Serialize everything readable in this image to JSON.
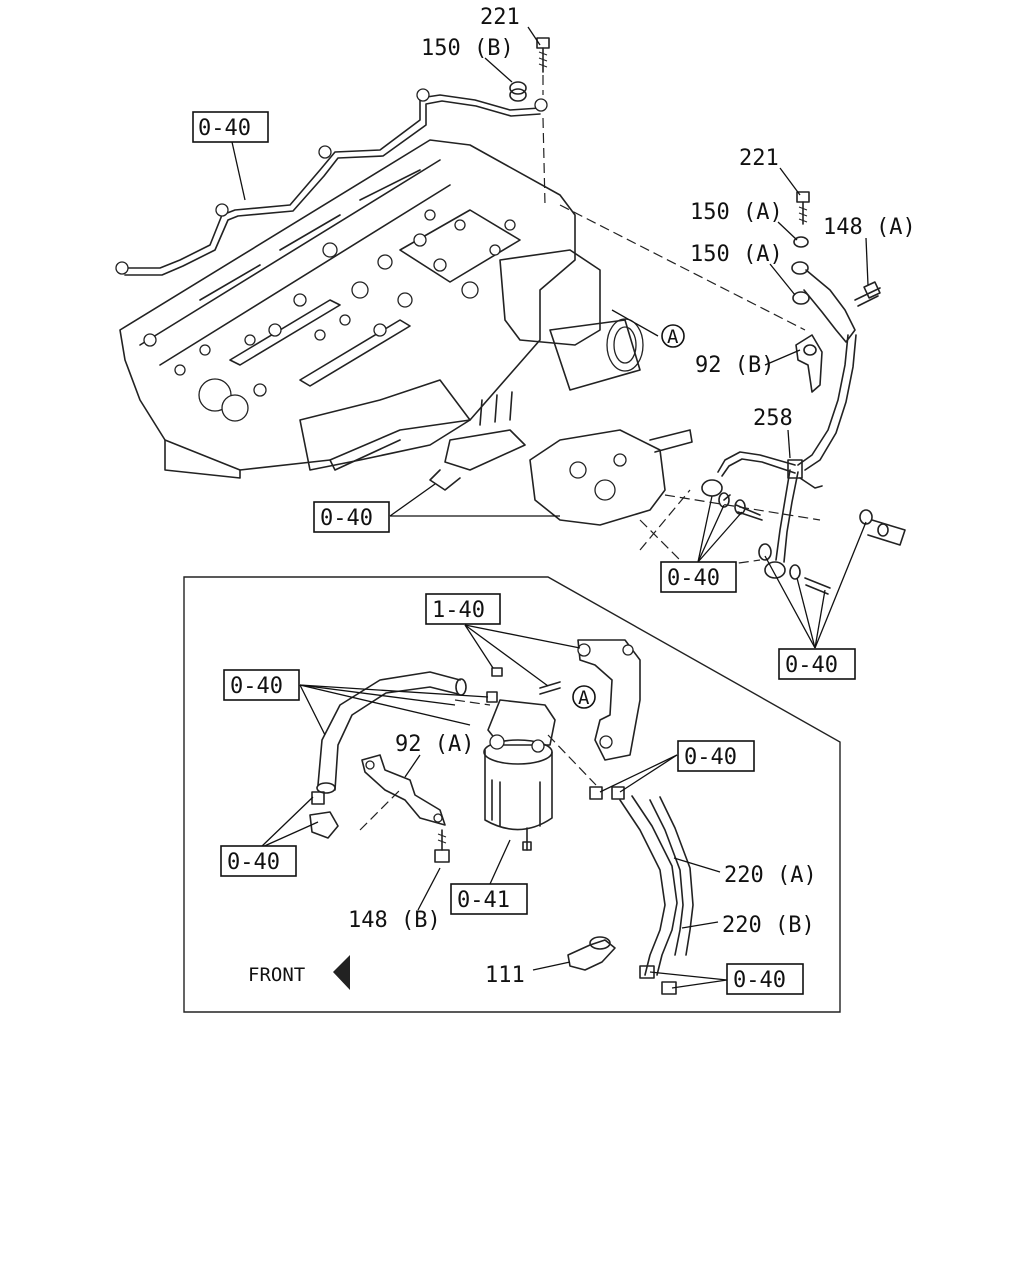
{
  "callouts_top": {
    "p221_top": "221",
    "p150b": "150 (B)",
    "ref_040_a": "0-40",
    "p221_right": "221",
    "p150a_1": "150 (A)",
    "p148a": "148 (A)",
    "p150a_2": "150 (A)",
    "circle_a_1": "A",
    "p92b": "92 (B)",
    "p258": "258",
    "ref_040_b": "0-40",
    "ref_040_c": "0-40",
    "ref_040_d": "0-40"
  },
  "callouts_inset": {
    "ref_140": "1-40",
    "ref_040_e": "0-40",
    "circle_a_2": "A",
    "p92a": "92 (A)",
    "ref_040_f": "0-40",
    "ref_040_g": "0-40",
    "p220a": "220 (A)",
    "ref_041": "0-41",
    "p148b": "148 (B)",
    "p220b": "220 (B)",
    "front": "FRONT",
    "p111": "111",
    "ref_040_h": "0-40"
  }
}
